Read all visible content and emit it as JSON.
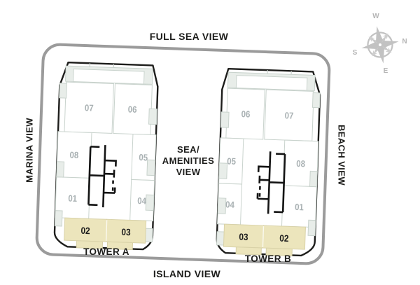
{
  "views": {
    "top": "FULL SEA VIEW",
    "left": "MARINA VIEW",
    "right": "BEACH VIEW",
    "bottom": "ISLAND VIEW",
    "center_lines": [
      "SEA/",
      "AMENITIES",
      "VIEW"
    ]
  },
  "compass": {
    "top": "W",
    "right": "N",
    "bottom": "E",
    "left": "S"
  },
  "towers": [
    {
      "id": "tower-a",
      "name": "TOWER A",
      "mirrored": false,
      "units_upper": [
        "07",
        "06"
      ],
      "units_middle": [
        "08",
        "05"
      ],
      "units_lower": [
        "01",
        "04"
      ],
      "units_podium": [
        "02",
        "03"
      ]
    },
    {
      "id": "tower-b",
      "name": "TOWER B",
      "mirrored": true,
      "units_upper": [
        "06",
        "07"
      ],
      "units_middle": [
        "05",
        "08"
      ],
      "units_lower": [
        "04",
        "01"
      ],
      "units_podium": [
        "03",
        "02"
      ]
    }
  ],
  "colors": {
    "site_border": "#9b9b9b",
    "tower_outline": "#1d1d1b",
    "cell_line": "#c9d3cd",
    "balcony_fill": "#e8ede9",
    "podium_fill": "#ece5bc",
    "podium_line": "#d9d2a8",
    "unit_number": "#a9b1b3",
    "podium_number": "#1b1b1b",
    "label_text": "#1d1d1b",
    "compass": "#c2c2c2"
  }
}
